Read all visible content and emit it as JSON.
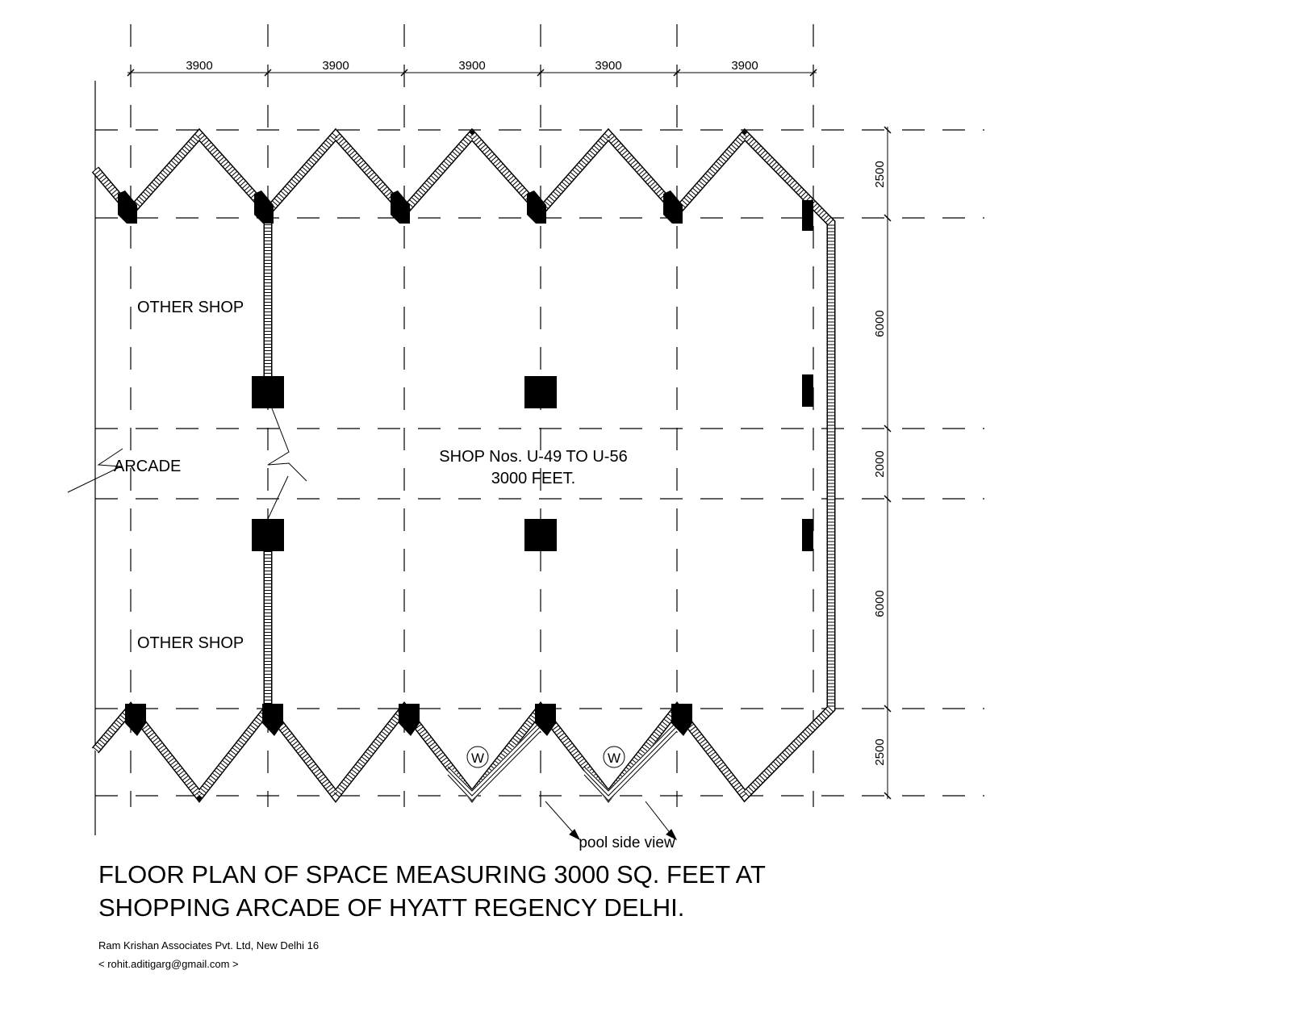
{
  "dimensions": {
    "horizontal": [
      "3900",
      "3900",
      "3900",
      "3900",
      "3900"
    ],
    "vertical": [
      "2500",
      "6000",
      "2000",
      "6000",
      "2500"
    ]
  },
  "labels": {
    "other_shop_top": "OTHER SHOP",
    "other_shop_bottom": "OTHER SHOP",
    "arcade": "ARCADE",
    "shop_line1": "SHOP Nos. U-49 TO U-56",
    "shop_line2": "3000 FEET.",
    "w1": "W",
    "w2": "W",
    "pool_view": "pool side view"
  },
  "title": {
    "line1": "FLOOR PLAN OF SPACE MEASURING 3000 SQ. FEET AT",
    "line2": "SHOPPING ARCADE OF HYATT REGENCY DELHI."
  },
  "credits": {
    "company": "Ram Krishan Associates Pvt. Ltd, New Delhi 16",
    "email": "< rohit.aditigarg@gmail.com >"
  }
}
